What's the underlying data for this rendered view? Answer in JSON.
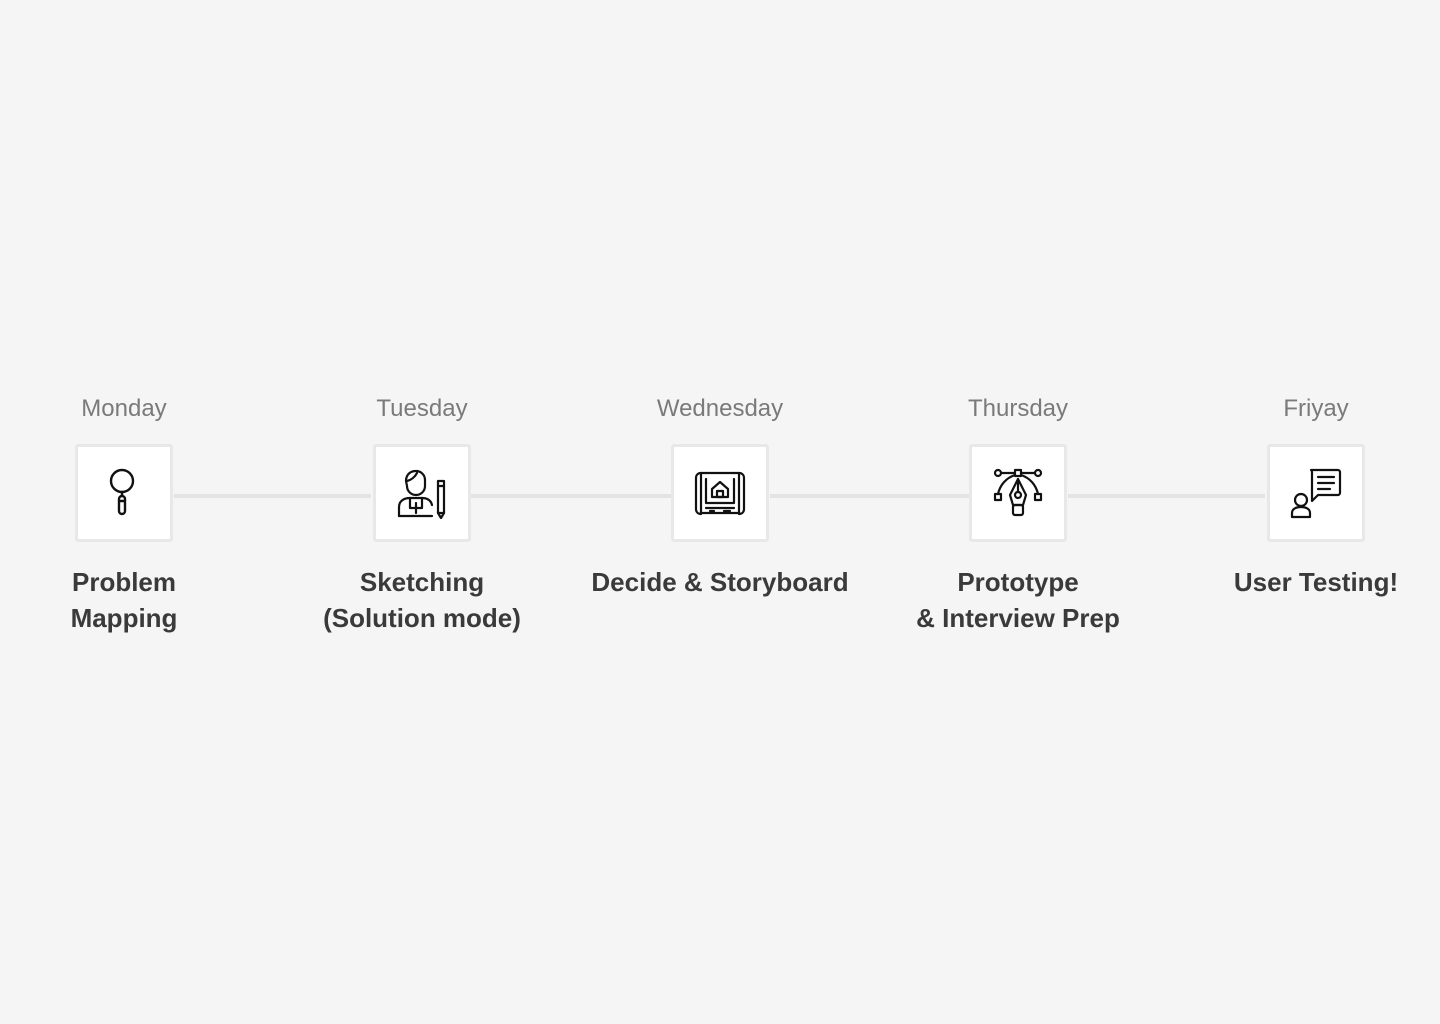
{
  "steps": [
    {
      "day": "Monday",
      "icon": "magnifier-icon",
      "title_lines": [
        "Problem",
        "Mapping"
      ]
    },
    {
      "day": "Tuesday",
      "icon": "person-sketching-icon",
      "title_lines": [
        "Sketching",
        "(Solution mode)"
      ]
    },
    {
      "day": "Wednesday",
      "icon": "blueprint-icon",
      "title_lines": [
        "Decide & Storyboard",
        ""
      ]
    },
    {
      "day": "Thursday",
      "icon": "pen-tool-icon",
      "title_lines": [
        "Prototype",
        "& Interview Prep"
      ]
    },
    {
      "day": "Friyay",
      "icon": "user-chat-icon",
      "title_lines": [
        "User Testing!",
        ""
      ]
    }
  ],
  "colors": {
    "background": "#f5f5f5",
    "connector": "#e4e4e4",
    "day_text": "#7a7a7a",
    "title_text": "#3a3a3a",
    "box_border": "#e8e8e8"
  }
}
